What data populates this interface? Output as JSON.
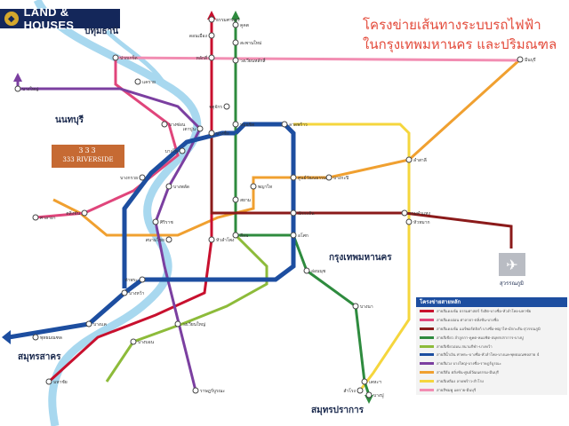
{
  "brand": {
    "name": "LAND & HOUSES",
    "logo_icon": "lh-logo-icon",
    "color": "#14275a"
  },
  "title": {
    "line1": "โครงข่ายเส้นทางระบบรถไฟฟ้า",
    "line2": "ในกรุงเทพมหานคร และปริมณฑล"
  },
  "regions": {
    "pathum_thani": "ปทุมธานี",
    "nonthaburi": "นนทบุรี",
    "bangkok": "กรุงเทพมหานคร",
    "samut_sakhon": "สมุทรสาคร",
    "samut_prakan": "สมุทรปราการ"
  },
  "project": {
    "mark": "333",
    "name": "333 RIVERSIDE"
  },
  "airport": {
    "label": "สุวรรณภูมิ",
    "icon": "airplane-icon"
  },
  "legend": {
    "title": "โครงข่ายสายหลัก",
    "items": [
      {
        "color": "#c8102e",
        "label": "สายสีแดงเข้ม  ธรรมศาสตร์ รังสิต-บางซื่อ-หัวลำโพง-มหาชัย"
      },
      {
        "color": "#e0457b",
        "label": "สายสีแดงอ่อน  ศาลายา-ตลิ่งชัน-บางซื่อ"
      },
      {
        "color": "#8b1a1a",
        "label": "สายสีแดงเข้ม  แอร์พอร์ตลิงก์ บางซื่อ-พญาไท-มักกะสัน-สุวรรณภูมิ"
      },
      {
        "color": "#2e8b3e",
        "label": "สายสีเขียว  ลำลูกกา-คูคต-หมอชิต-สมุทรปราการ-บางปู"
      },
      {
        "color": "#8dbb3a",
        "label": "สายสีเขียวอ่อน  สนามกีฬา-บางหว้า"
      },
      {
        "color": "#1d4ea0",
        "label": "สายสีน้ำเงิน  ท่าพระ-บางซื่อ-หัวลำโพง-บางแค-พุทธมณฑลสาย 4"
      },
      {
        "color": "#7b3fa0",
        "label": "สายสีม่วง  บางใหญ่-บางซื่อ-ราษฎร์บูรณะ"
      },
      {
        "color": "#f0a030",
        "label": "สายสีส้ม  ตลิ่งชัน-ศูนย์วัฒนธรรม-มีนบุรี"
      },
      {
        "color": "#f5d63d",
        "label": "สายสีเหลือง  ลาดพร้าว-สำโรง"
      },
      {
        "color": "#f28db2",
        "label": "สายสีชมพู  แคราย-มีนบุรี"
      }
    ]
  },
  "stations": [
    {
      "id": "thammasat",
      "label": "ธรรมศาสตร์"
    },
    {
      "id": "don_mueang",
      "label": "ดอนเมือง"
    },
    {
      "id": "lak_si",
      "label": "หลักสี่"
    },
    {
      "id": "khu_khot",
      "label": "คูคต"
    },
    {
      "id": "saphan_mai",
      "label": "สะพานใหม่"
    },
    {
      "id": "wat_phra_sri",
      "label": "วงเวียนหลักสี่"
    },
    {
      "id": "pak_kret",
      "label": "ปากเกร็ด"
    },
    {
      "id": "min_buri",
      "label": "มีนบุรี"
    },
    {
      "id": "khae_rai",
      "label": "แคราย"
    },
    {
      "id": "bang_yai",
      "label": "บางใหญ่"
    },
    {
      "id": "bang_son",
      "label": "บางซ่อน"
    },
    {
      "id": "tao_poon",
      "label": "เตาปูน"
    },
    {
      "id": "bang_sue",
      "label": "บางซื่อ"
    },
    {
      "id": "chatuchak",
      "label": "จตุจักร"
    },
    {
      "id": "mo_chit",
      "label": "หมอชิต"
    },
    {
      "id": "lat_phrao",
      "label": "ลาดพร้าว"
    },
    {
      "id": "lam_sali",
      "label": "ลำสาลี"
    },
    {
      "id": "bang_kapi",
      "label": "บางกะปิ"
    },
    {
      "id": "bang_pho",
      "label": "บางโพ"
    },
    {
      "id": "bang_phlat",
      "label": "บางพลัด"
    },
    {
      "id": "bang_kruai",
      "label": "บางกรวย"
    },
    {
      "id": "taling_chan",
      "label": "ตลิ่งชัน"
    },
    {
      "id": "sirirat",
      "label": "ศิริราช"
    },
    {
      "id": "phaya_thai",
      "label": "พญาไท"
    },
    {
      "id": "makkasan",
      "label": "มักกะสัน"
    },
    {
      "id": "ramkhamhaeng",
      "label": "รามคำแหง"
    },
    {
      "id": "hua_mak",
      "label": "หัวหมาก"
    },
    {
      "id": "thai_cultural",
      "label": "ศูนย์วัฒนธรรม"
    },
    {
      "id": "sanam_chai",
      "label": "สนามไชย"
    },
    {
      "id": "hua_lamphong",
      "label": "หัวลำโพง"
    },
    {
      "id": "siam",
      "label": "สยาม"
    },
    {
      "id": "silom",
      "label": "สีลม"
    },
    {
      "id": "asok",
      "label": "อโศก"
    },
    {
      "id": "on_nut",
      "label": "อ่อนนุช"
    },
    {
      "id": "tha_phra",
      "label": "ท่าพระ"
    },
    {
      "id": "bang_wa",
      "label": "บางหว้า"
    },
    {
      "id": "wongwian_yai",
      "label": "วงเวียนใหญ่"
    },
    {
      "id": "bang_khae",
      "label": "บางแค"
    },
    {
      "id": "phutthamonthon",
      "label": "พุทธมณฑล"
    },
    {
      "id": "bang_bon",
      "label": "บางบอน"
    },
    {
      "id": "rat_burana",
      "label": "ราษฎร์บูรณะ"
    },
    {
      "id": "samrong",
      "label": "สำโรง"
    },
    {
      "id": "kheha",
      "label": "เคหะฯ"
    },
    {
      "id": "bang_pu",
      "label": "บางปู"
    },
    {
      "id": "mahachai",
      "label": "มหาชัย"
    },
    {
      "id": "salaya",
      "label": "ศาลายา"
    },
    {
      "id": "bang_na",
      "label": "บางนา"
    }
  ],
  "colors": {
    "river": "#a8d8ef",
    "blue": "#1d4ea0",
    "purple": "#7b3fa0",
    "pink": "#e0457b",
    "light_pink": "#f28db2",
    "red": "#c8102e",
    "dark_red": "#8b1a1a",
    "green": "#2e8b3e",
    "light_green": "#8dbb3a",
    "orange": "#f0a030",
    "yellow": "#f5d63d"
  }
}
